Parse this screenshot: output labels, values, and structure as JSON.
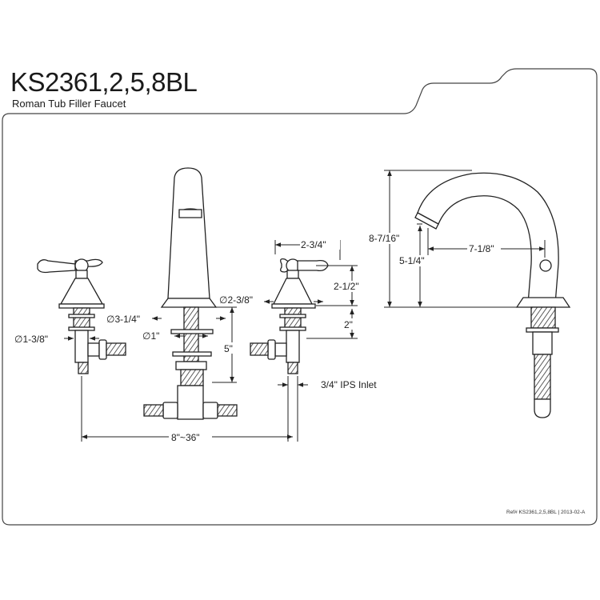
{
  "header": {
    "title": "KS2361,2,5,8BL",
    "subtitle": "Roman Tub Filler Faucet"
  },
  "footer": {
    "ref": "Ref# KS2361,2,5,8BL | 2013-02-A"
  },
  "dimensions": {
    "handle_width": "2-3/4\"",
    "handle_height": "2-1/2\"",
    "escutcheon_diameter": "∅2-3/8\"",
    "shank_length": "2\"",
    "spout_base_diameter": "∅3-1/4\"",
    "spout_shank_diameter": "∅1\"",
    "spout_shank_length": "5\"",
    "valve_diameter": "∅1-3/8\"",
    "inlet": "3/4\" IPS Inlet",
    "spread": "8\"~36\"",
    "total_height": "8-7/16\"",
    "outlet_height": "5-1/4\"",
    "spout_reach": "7-1/8\""
  }
}
